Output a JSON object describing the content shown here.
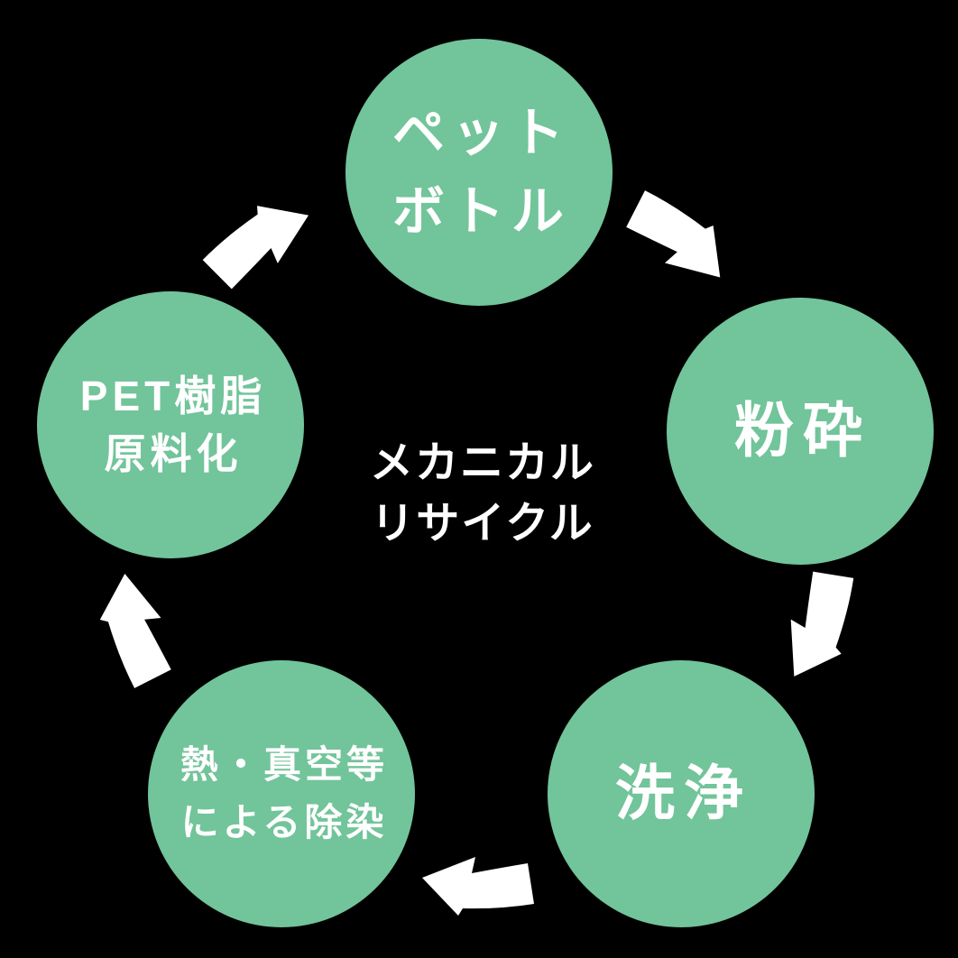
{
  "title": "メカニカルリサイクル",
  "colors": {
    "background": "#000000",
    "circle": "#72c49a",
    "text": "#ffffff",
    "arrow": "#ffffff"
  },
  "center_label": "メカニカル\nリサイクル",
  "steps": [
    {
      "name": "pet-bottle",
      "label": "ペット\nボトル"
    },
    {
      "name": "crushing",
      "label": "粉砕"
    },
    {
      "name": "washing",
      "label": "洗浄"
    },
    {
      "name": "decontamination",
      "label": "熱・真空等\nによる除染"
    },
    {
      "name": "pet-resin-raw-material",
      "label": "PET樹脂\n原料化"
    }
  ],
  "arrows": [
    "flow-arrow-top-right-icon",
    "flow-arrow-right-icon",
    "flow-arrow-bottom-icon",
    "flow-arrow-left-icon",
    "flow-arrow-top-left-icon"
  ]
}
